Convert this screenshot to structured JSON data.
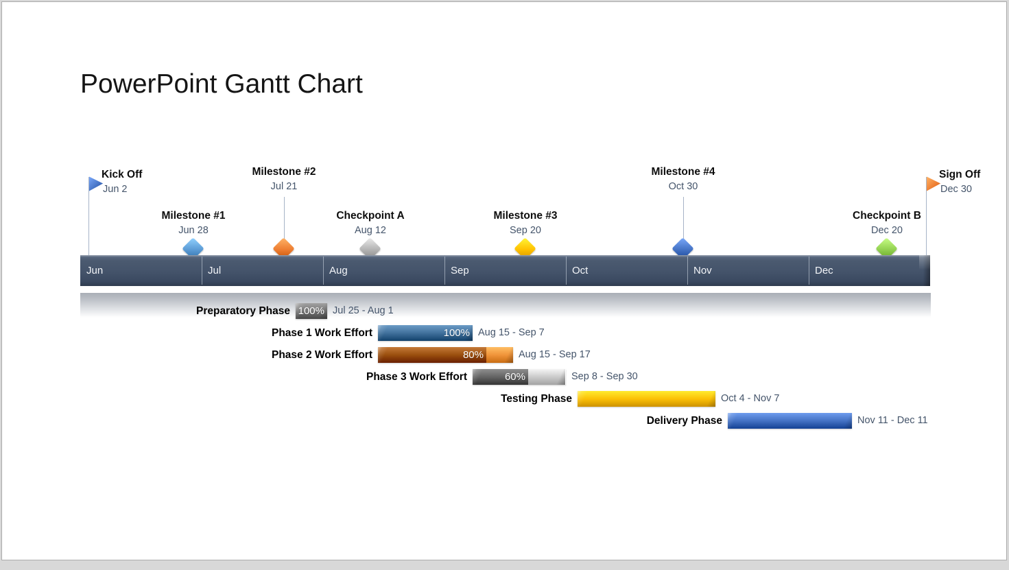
{
  "page": {
    "title": "PowerPoint Gantt Chart"
  },
  "chart_data": {
    "type": "bar",
    "variant": "gantt-timeline",
    "title": "PowerPoint Gantt Chart",
    "timeline": {
      "months": [
        "Jun",
        "Jul",
        "Aug",
        "Sep",
        "Oct",
        "Nov",
        "Dec"
      ],
      "start": "Jun 1",
      "end": "Dec 31",
      "bar_color": "#44536a"
    },
    "milestones": [
      {
        "label": "Kick Off",
        "date": "Jun 2",
        "marker": "flag",
        "tier": "high",
        "color": "#4472c4"
      },
      {
        "label": "Milestone #1",
        "date": "Jun 28",
        "marker": "diamond",
        "tier": "low",
        "color": "#5b9bd5"
      },
      {
        "label": "Milestone #2",
        "date": "Jul 21",
        "marker": "diamond",
        "tier": "high",
        "color": "#ed7d31"
      },
      {
        "label": "Checkpoint A",
        "date": "Aug 12",
        "marker": "diamond",
        "tier": "low",
        "color": "#b3b3b3"
      },
      {
        "label": "Milestone #3",
        "date": "Sep 20",
        "marker": "diamond",
        "tier": "low",
        "color": "#ffc000"
      },
      {
        "label": "Milestone #4",
        "date": "Oct 30",
        "marker": "diamond",
        "tier": "high",
        "color": "#4472c4"
      },
      {
        "label": "Checkpoint B",
        "date": "Dec 20",
        "marker": "diamond",
        "tier": "low",
        "color": "#92d050"
      },
      {
        "label": "Sign Off",
        "date": "Dec 30",
        "marker": "flag",
        "tier": "high",
        "color": "#ed7d31"
      }
    ],
    "tasks": [
      {
        "label": "Preparatory Phase",
        "start": "Jul 25",
        "end": "Aug 1",
        "percent": 100,
        "range": "Jul 25 - Aug 1",
        "color": "#777777",
        "remainder_color": null
      },
      {
        "label": "Phase 1 Work Effort",
        "start": "Aug 15",
        "end": "Sep 7",
        "percent": 100,
        "range": "Aug 15 - Sep 7",
        "color": "#41719c",
        "remainder_color": null
      },
      {
        "label": "Phase 2 Work Effort",
        "start": "Aug 15",
        "end": "Sep 17",
        "percent": 80,
        "range": "Aug 15 - Sep 17",
        "color": "#9a4f0e",
        "remainder_color": "#f0943a"
      },
      {
        "label": "Phase 3 Work Effort",
        "start": "Sep 8",
        "end": "Sep 30",
        "percent": 60,
        "range": "Sep 8 - Sep 30",
        "color": "#646464",
        "remainder_color": "#cbcbcb"
      },
      {
        "label": "Testing Phase",
        "start": "Oct 4",
        "end": "Nov 7",
        "percent": null,
        "range": "Oct 4 - Nov 7",
        "color": "#fcc106",
        "remainder_color": null
      },
      {
        "label": "Delivery Phase",
        "start": "Nov 11",
        "end": "Dec 11",
        "percent": null,
        "range": "Nov 11 - Dec 11",
        "color": "#4472c4",
        "remainder_color": null
      }
    ]
  }
}
